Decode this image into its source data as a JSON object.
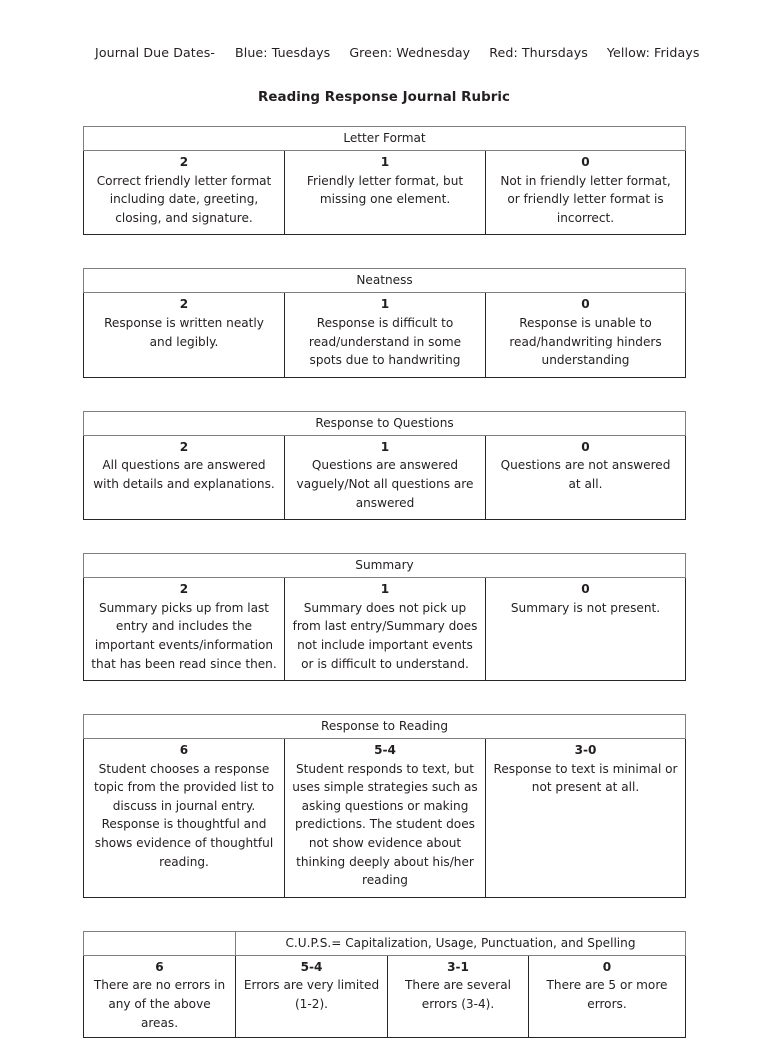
{
  "header": {
    "due_dates_label": "Journal Due Dates-",
    "due_dates": [
      "Blue: Tuesdays",
      "Green: Wednesday",
      "Red: Thursdays",
      "Yellow: Fridays"
    ],
    "title": "Reading Response Journal Rubric"
  },
  "rubric_tables": [
    {
      "category": "Letter Format",
      "columns": 3,
      "leading_blank_header": false,
      "criteria": [
        {
          "score": "2",
          "description": "Correct friendly letter format including date, greeting, closing, and signature."
        },
        {
          "score": "1",
          "description": "Friendly letter format, but missing one element."
        },
        {
          "score": "0",
          "description": "Not in friendly letter format, or friendly letter format is incorrect."
        }
      ]
    },
    {
      "category": "Neatness",
      "columns": 3,
      "leading_blank_header": false,
      "criteria": [
        {
          "score": "2",
          "description": "Response is written neatly and legibly."
        },
        {
          "score": "1",
          "description": "Response is difficult to read/understand in some spots due to handwriting"
        },
        {
          "score": "0",
          "description": "Response is unable to read/handwriting hinders understanding"
        }
      ]
    },
    {
      "category": "Response to Questions",
      "columns": 3,
      "leading_blank_header": false,
      "criteria": [
        {
          "score": "2",
          "description": "All questions are answered with details and explanations."
        },
        {
          "score": "1",
          "description": "Questions are answered vaguely/Not all questions are answered"
        },
        {
          "score": "0",
          "description": "Questions are not answered at all."
        }
      ]
    },
    {
      "category": "Summary",
      "columns": 3,
      "leading_blank_header": false,
      "criteria": [
        {
          "score": "2",
          "description": "Summary picks up from last entry and includes the important events/information that has been read since then."
        },
        {
          "score": "1",
          "description": "Summary does not pick up from last entry/Summary does not include important events or is difficult to understand."
        },
        {
          "score": "0",
          "description": "Summary is not present."
        }
      ]
    },
    {
      "category": "Response to Reading",
      "columns": 3,
      "leading_blank_header": false,
      "criteria": [
        {
          "score": "6",
          "description": "Student chooses a response topic from the provided list to discuss in journal entry. Response is thoughtful and shows evidence of thoughtful reading."
        },
        {
          "score": "5-4",
          "description": "Student responds to text, but uses simple strategies such as asking questions or making predictions. The student does not show evidence about thinking deeply about his/her reading"
        },
        {
          "score": "3-0",
          "description": "Response to text is minimal or not present at all."
        }
      ]
    },
    {
      "category": "C.U.P.S.= Capitalization, Usage, Punctuation, and Spelling",
      "columns": 4,
      "leading_blank_header": true,
      "criteria": [
        {
          "score": "6",
          "description": "There are no errors in any of the above areas."
        },
        {
          "score": "5-4",
          "description": "Errors are very limited (1-2)."
        },
        {
          "score": "3-1",
          "description": "There are several errors (3-4)."
        },
        {
          "score": "0",
          "description": "There are 5 or more errors."
        }
      ]
    }
  ]
}
